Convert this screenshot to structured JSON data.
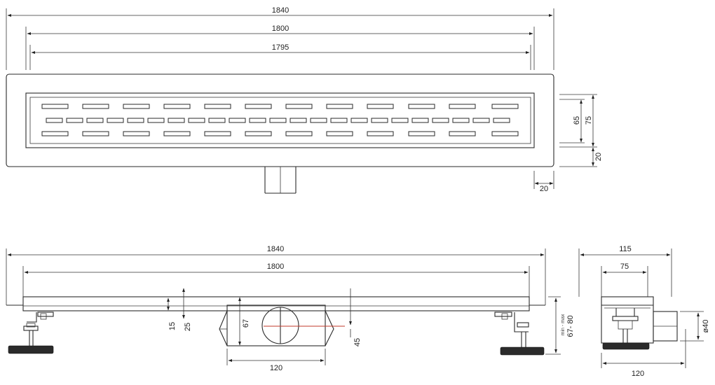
{
  "top_view": {
    "dim_overall": "1840",
    "dim_grate": "1800",
    "dim_inner": "1795",
    "dim_height_inner": "65",
    "dim_height_outer": "75",
    "dim_frame_right": "20",
    "dim_frame_bottom": "20"
  },
  "side_view": {
    "dim_overall": "1840",
    "dim_grate": "1800",
    "dim_15": "15",
    "dim_25": "25",
    "dim_67": "67",
    "dim_45": "45",
    "dim_outlet_width": "120",
    "dim_height_range": "67- 80",
    "dim_height_range_note": "min - max"
  },
  "end_view": {
    "dim_overall_width": "115",
    "dim_channel_width": "75",
    "dim_outlet_diameter": "ø40",
    "dim_base_width": "120"
  }
}
